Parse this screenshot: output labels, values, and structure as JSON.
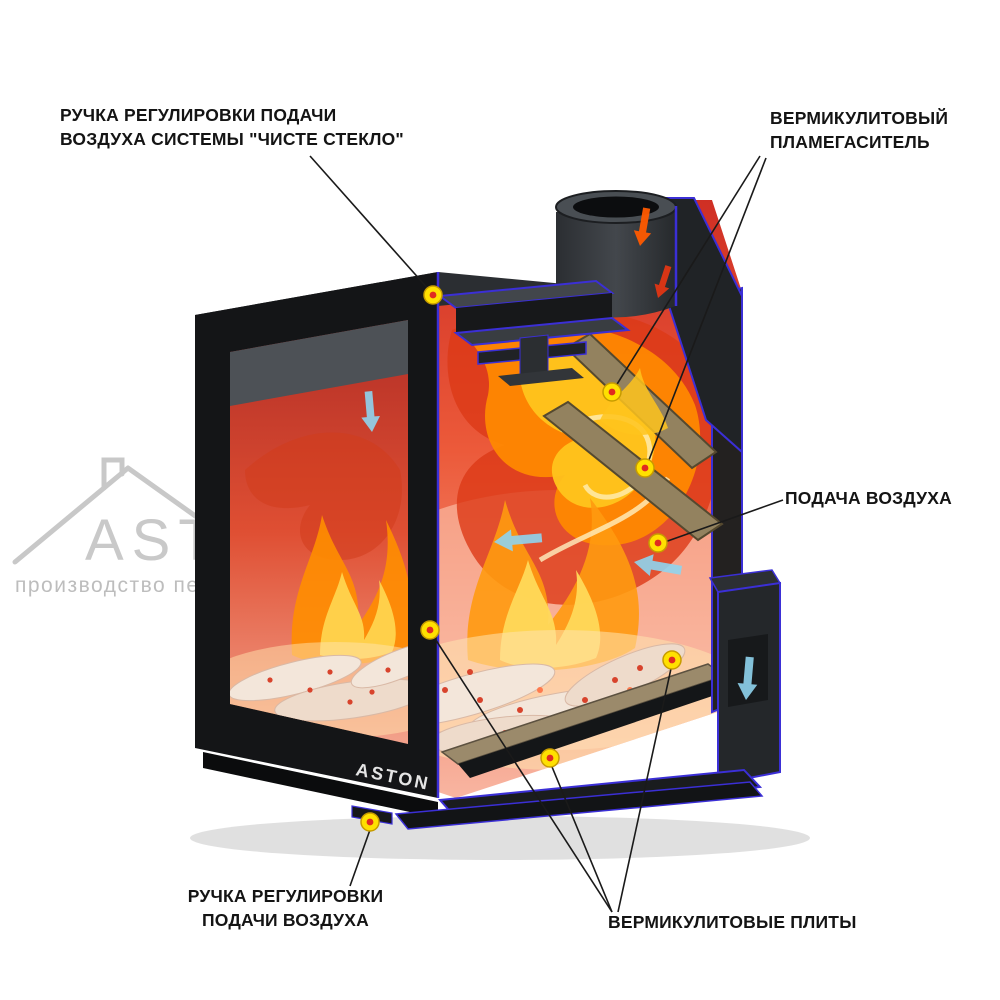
{
  "diagram": {
    "labels": {
      "clean_glass_air_handle": "РУЧКА РЕГУЛИРОВКИ ПОДАЧИ\nВОЗДУХА СИСТЕМЫ \"ЧИСТЕ СТЕКЛО\"",
      "flame_arrester": "ВЕРМИКУЛИТОВЫЙ\nПЛАМЕГАСИТЕЛЬ",
      "air_supply": "ПОДАЧА ВОЗДУХА",
      "air_handle": "РУЧКА РЕГУЛИРОВКИ\nПОДАЧИ ВОЗДУХА",
      "vermiculite_plates": "ВЕРМИКУЛИТОВЫЕ ПЛИТЫ"
    },
    "watermark": {
      "brand": "ASTON",
      "tagline": "производство печей и каминов"
    },
    "front_logo": "ASTON",
    "colors": {
      "outline_blue": "#3b2fd6",
      "marker_yellow": "#ffe000",
      "marker_red": "#e02b20",
      "label_text": "#141414",
      "watermark_gray": "#c9c9c9"
    }
  }
}
